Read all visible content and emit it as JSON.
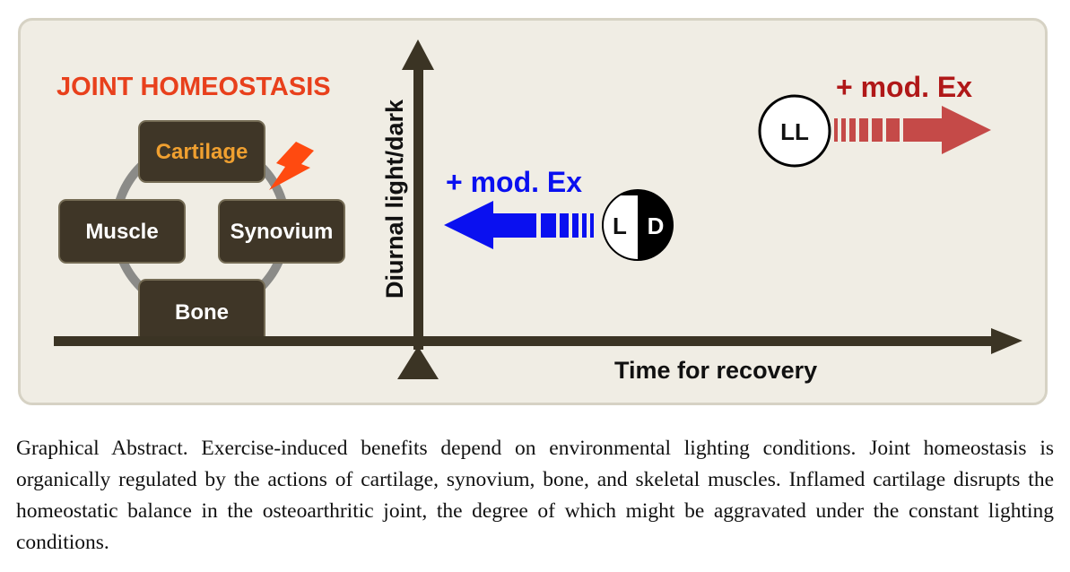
{
  "diagram": {
    "title": "JOINT HOMEOSTASIS",
    "nodes": {
      "cartilage": "Cartilage",
      "muscle": "Muscle",
      "synovium": "Synovium",
      "bone": "Bone"
    },
    "axes": {
      "y_label": "Diurnal light/dark",
      "x_label": "Time for recovery"
    },
    "conditions": {
      "ld": {
        "left": "L",
        "right": "D",
        "label": "+ mod. Ex"
      },
      "ll": {
        "text": "LL",
        "label": "+ mod. Ex"
      }
    },
    "colors": {
      "title_red": "#e8401c",
      "cartilage_orange": "#f0a030",
      "box_dark": "#3f3627",
      "axis_dark": "#3b3424",
      "blue_arrow": "#0a10f0",
      "red_arrow": "#c54a48",
      "label_dark_red": "#b01818",
      "lightning": "#ff4a10"
    }
  },
  "caption": "Graphical Abstract. Exercise-induced benefits depend on environmental lighting conditions. Joint homeostasis is organically regulated by the actions of cartilage, synovium, bone, and skeletal muscles. Inflamed cartilage disrupts the homeostatic balance in the osteoarthritic joint, the degree of which might be aggravated under the constant lighting conditions."
}
